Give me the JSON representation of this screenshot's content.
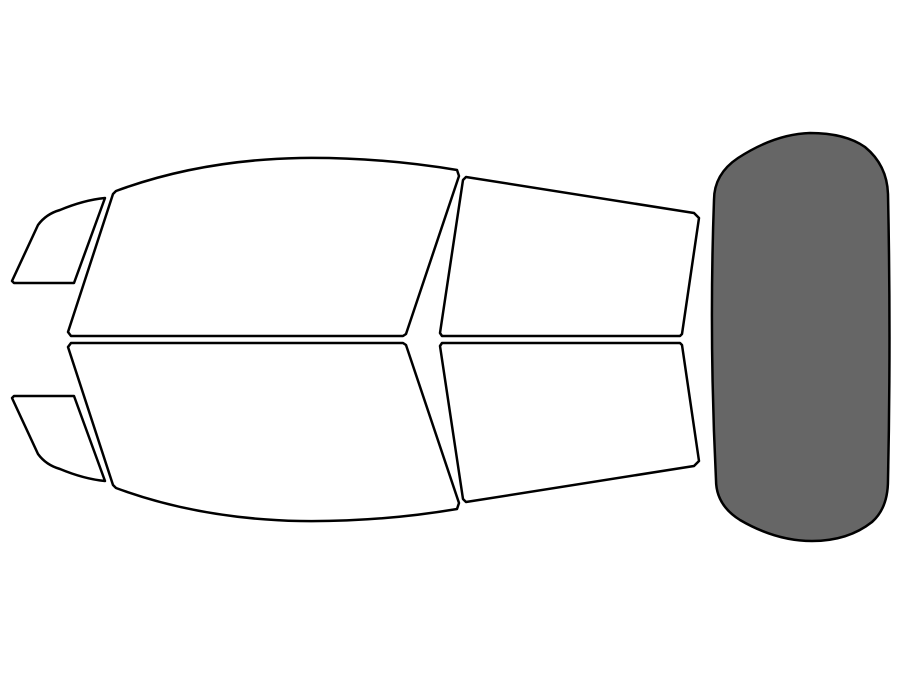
{
  "diagram": {
    "stroke_color": "#000000",
    "colors": {
      "untinted": "#ffffff",
      "tinted": "#666666"
    },
    "windows": [
      {
        "id": "front-quarter-window-top",
        "tinted": false
      },
      {
        "id": "front-door-window-top",
        "tinted": false
      },
      {
        "id": "rear-door-window-top",
        "tinted": false
      },
      {
        "id": "front-quarter-window-bottom",
        "tinted": false
      },
      {
        "id": "front-door-window-bottom",
        "tinted": false
      },
      {
        "id": "rear-door-window-bottom",
        "tinted": false
      },
      {
        "id": "rear-windshield",
        "tinted": true
      }
    ]
  }
}
